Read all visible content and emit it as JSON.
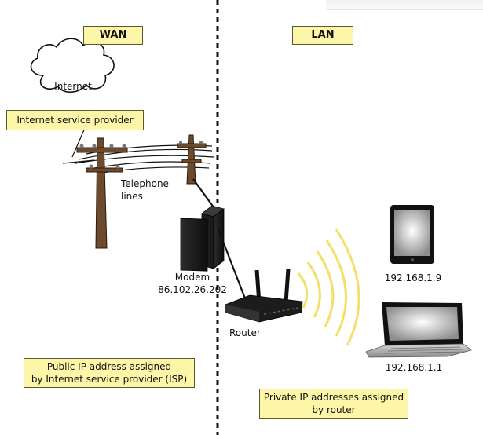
{
  "sections": {
    "wan_label": "WAN",
    "lan_label": "LAN"
  },
  "labels": {
    "internet": "Internet",
    "isp": "Internet service provider",
    "telephone_lines": "Telephone\nlines",
    "modem": "Modem\n86.102.26.202",
    "router": "Router",
    "tablet_ip": "192.168.1.9",
    "laptop_ip": "192.168.1.1"
  },
  "notes": {
    "public_ip": "Public IP address assigned\nby Internet service provider (ISP)",
    "private_ip": "Private IP addresses assigned\nby router"
  },
  "colors": {
    "label_fill": "#fdf6a8",
    "label_border": "#5a5a30",
    "pole": "#6b4a2e",
    "wifi": "#f3e06a",
    "divider": "#111111"
  }
}
